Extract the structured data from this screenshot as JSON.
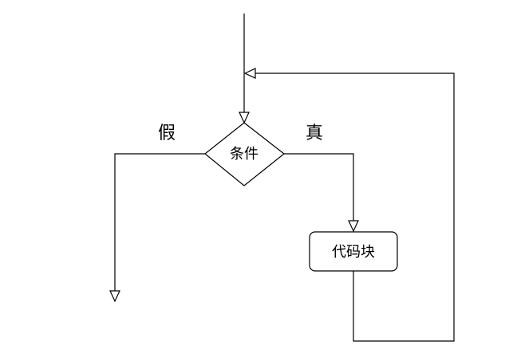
{
  "diagram": {
    "nodes": {
      "condition": {
        "label": "条件"
      },
      "code_block": {
        "label": "代码块"
      }
    },
    "branches": {
      "false_label": "假",
      "true_label": "真"
    }
  }
}
